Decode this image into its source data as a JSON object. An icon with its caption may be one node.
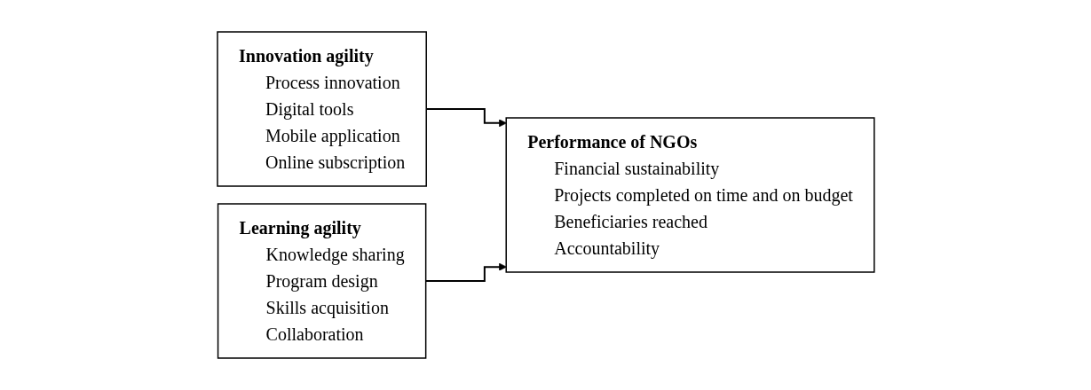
{
  "diagram": {
    "nodes": [
      {
        "text": [
          "Innovation agility",
          "Process innovation",
          "Digital tools",
          "Mobile application",
          "Online subscription"
        ]
      },
      {
        "text": [
          "Learning agility",
          "Knowledge sharing",
          "Program design",
          "Skills acquisition",
          "Collaboration"
        ]
      },
      {
        "text": [
          "Performance of NGOs",
          "Financial sustainability",
          "Projects completed on time and on budget",
          "Beneficiaries reached",
          "Accountability"
        ]
      }
    ],
    "edges": [
      {
        "from": 0,
        "to": 2,
        "arrow": "to"
      },
      {
        "from": 1,
        "to": 2,
        "arrow": "to"
      }
    ]
  }
}
